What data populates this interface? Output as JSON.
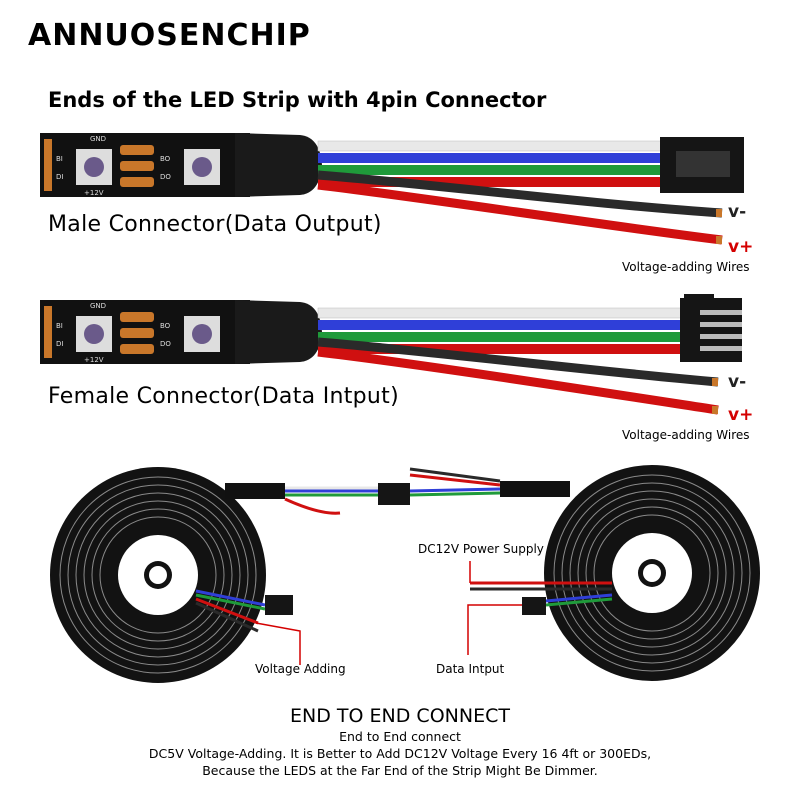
{
  "brand": "ANNUOSENCHIP",
  "headline": "Ends of the LED Strip with 4pin Connector",
  "male": {
    "label": "Male Connector(Data Output)",
    "v_minus": "v-",
    "v_plus": "v+",
    "wires_note": "Voltage-adding Wires"
  },
  "female": {
    "label": "Female Connector(Data Intput)",
    "v_minus": "v-",
    "v_plus": "v+",
    "wires_note": "Voltage-adding Wires"
  },
  "strip_markings": {
    "gnd": "GND",
    "bi": "BI",
    "di": "DI",
    "bo": "BO",
    "do": "DO",
    "v12": "+12V"
  },
  "diagram": {
    "voltage_adding": "Voltage Adding",
    "power_supply": "DC12V Power Supply",
    "data_input": "Data Intput"
  },
  "footer": {
    "title": "END TO END CONNECT",
    "line1": "End to End connect",
    "line2": "DC5V Voltage-Adding. It is Better to Add DC12V Voltage Every 16 4ft or 300EDs,",
    "line3": "Because the LEDS at the Far End of the Strip Might Be Dimmer."
  },
  "colors": {
    "wire_white": "#e8e8e8",
    "wire_blue": "#2f3fd8",
    "wire_green": "#1f9a3a",
    "wire_red": "#d01010",
    "wire_black": "#2a2a2a",
    "accent_red": "#d40000",
    "pcb": "#111111",
    "pad": "#c9772a"
  }
}
